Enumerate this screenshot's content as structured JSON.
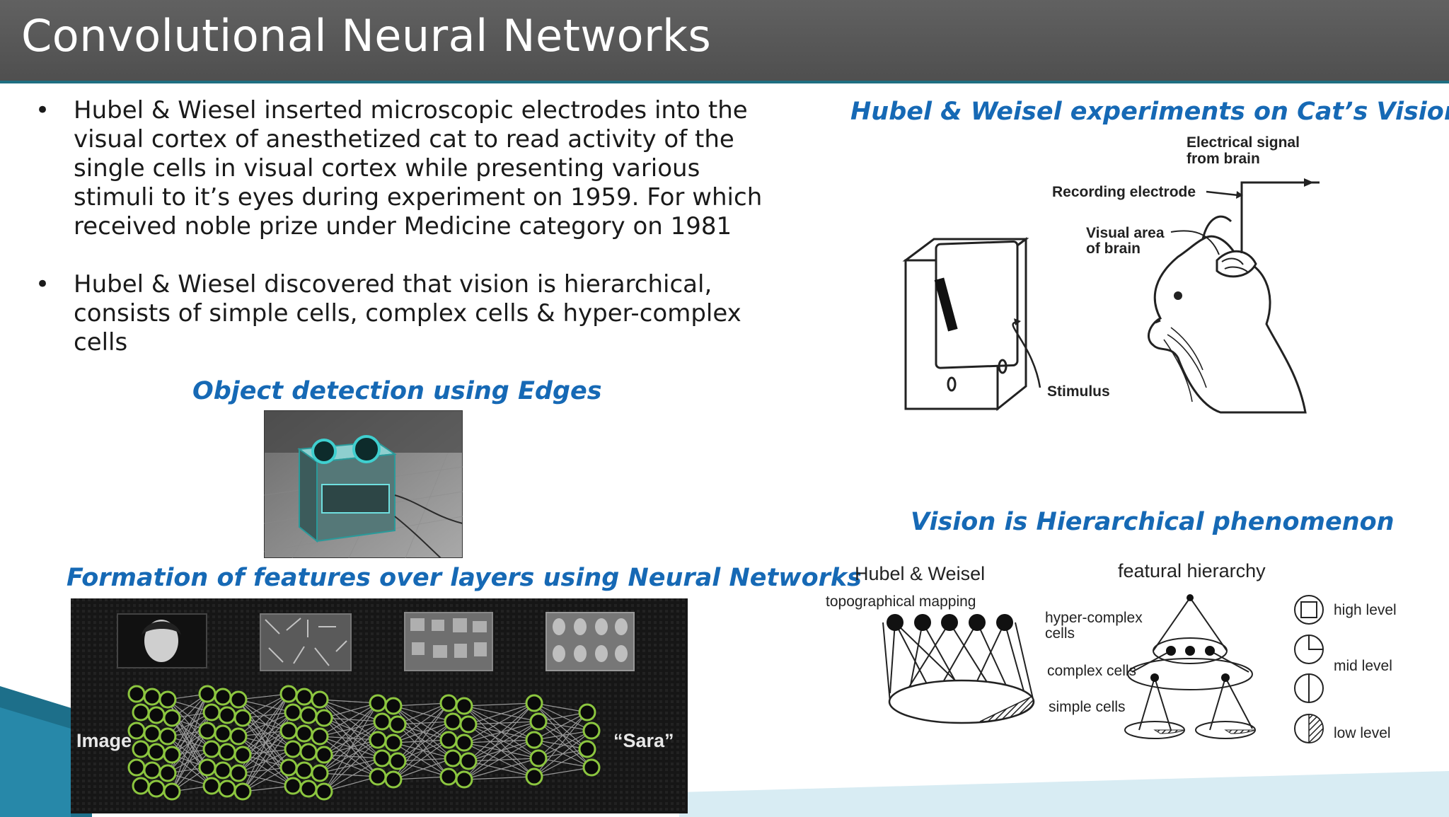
{
  "slide": {
    "title": "Convolutional Neural Networks",
    "bullets": [
      "Hubel & Wiesel inserted microscopic electrodes into the visual cortex of anesthetized cat to read activity of the single cells in visual cortex while presenting various stimuli to it’s eyes during experiment on 1959. For which received noble prize under Medicine category on 1981",
      "Hubel & Wiesel discovered that vision is hierarchical, consists of simple cells, complex cells & hyper-complex cells"
    ],
    "bullet_symbol": "•"
  },
  "captions": {
    "cat_experiment": "Hubel & Weisel experiments on Cat’s Vision",
    "object_detection": "Object detection using Edges",
    "feature_formation": "Formation of features over layers using Neural Networks",
    "hierarchy": "Vision is Hierarchical phenomenon"
  },
  "cat_figure": {
    "electrical_signal": [
      "Electrical signal",
      "from brain"
    ],
    "recording_electrode": "Recording electrode",
    "visual_area": [
      "Visual area",
      "of brain"
    ],
    "stimulus": "Stimulus"
  },
  "nn_figure": {
    "input_label": "Image",
    "output_label": "“Sara”"
  },
  "hierarchy_figure": {
    "left_title": "Hubel & Weisel",
    "left_subtitle": "topographical mapping",
    "right_title": "featural hierarchy",
    "levels": [
      "hyper-complex",
      "cells",
      "complex cells",
      "simple cells"
    ],
    "legend": [
      "high level",
      "mid level",
      "low level"
    ]
  },
  "colors": {
    "caption": "#1669b5",
    "title_bar": "#575757",
    "accent": "#1f6f82",
    "neuron": "#7fbf1f"
  }
}
